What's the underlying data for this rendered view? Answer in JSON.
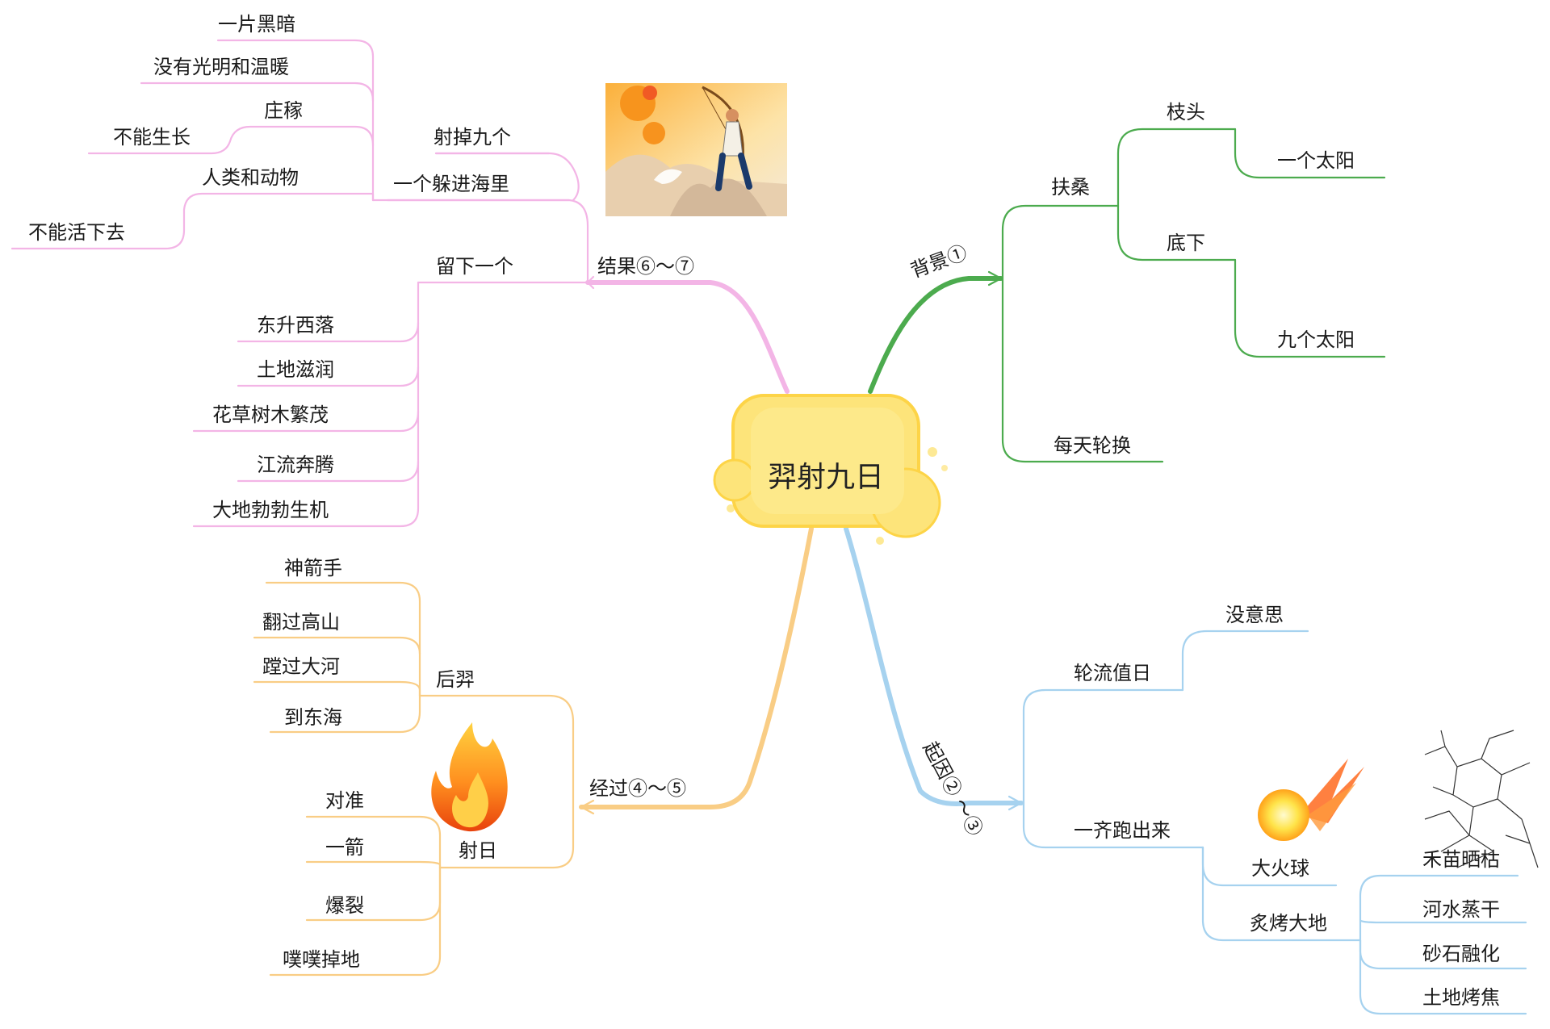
{
  "center": {
    "title": "羿射九日"
  },
  "branches": {
    "result": {
      "label": "结果⑥～⑦",
      "color": "#f3b5e6",
      "sub1": {
        "label1": "射掉九个",
        "label2": "一个躲进海里",
        "items": [
          "一片黑暗",
          "没有光明和温暖",
          "庄稼",
          "不能生长",
          "人类和动物",
          "不能活下去"
        ]
      },
      "sub2": {
        "label": "留下一个",
        "items": [
          "东升西落",
          "土地滋润",
          "花草树木繁茂",
          "江流奔腾",
          "大地勃勃生机"
        ]
      }
    },
    "background": {
      "label": "背景①",
      "color": "#4cab4e",
      "fusang": "扶桑",
      "zhitou": "枝头",
      "one_sun": "一个太阳",
      "dixia": "底下",
      "nine_suns": "九个太阳",
      "daily": "每天轮换"
    },
    "cause": {
      "label": "起因② ～③",
      "color": "#a6d2ef",
      "rotate": "轮流值日",
      "boring": "没意思",
      "together": "一齐跑出来",
      "fireball": "大火球",
      "scorch": "炙烤大地",
      "effects": [
        "禾苗晒枯",
        "河水蒸干",
        "砂石融化",
        "土地烤焦"
      ]
    },
    "process": {
      "label": "经过④～⑤",
      "color": "#f9cd85",
      "houyi": "后羿",
      "houyi_items": [
        "神箭手",
        "翻过高山",
        "蹚过大河",
        "到东海"
      ],
      "shoot": "射日",
      "shoot_items": [
        "对准",
        "一箭",
        "爆裂",
        "噗噗掉地"
      ]
    }
  }
}
